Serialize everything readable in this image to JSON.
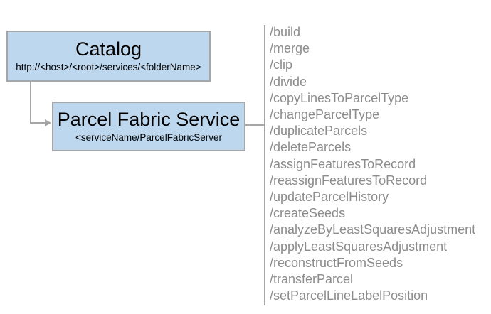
{
  "diagram": {
    "catalog_box": {
      "title": "Catalog",
      "subtitle": "http://<host>/<root>/services/<folderName>"
    },
    "service_box": {
      "title": "Parcel Fabric Service",
      "subtitle": "<serviceName/ParcelFabricServer"
    },
    "endpoints": [
      "/build",
      "/merge",
      "/clip",
      "/divide",
      "/copyLinesToParcelType",
      "/changeParcelType",
      "/duplicateParcels",
      "/deleteParcels",
      "/assignFeaturesToRecord",
      "/reassignFeaturesToRecord",
      "/updateParcelHistory",
      "/createSeeds",
      "/analyzeByLeastSquaresAdjustment",
      "/applyLeastSquaresAdjustment",
      "/reconstructFromSeeds",
      "/transferParcel",
      "/setParcelLineLabelPosition"
    ],
    "colors": {
      "box_fill": "#bdd7ee",
      "box_border": "#a6a6a6",
      "connector": "#a6a6a6",
      "endpoint_text": "#8c8c8c",
      "title_text": "#000000",
      "background": "#ffffff"
    }
  }
}
